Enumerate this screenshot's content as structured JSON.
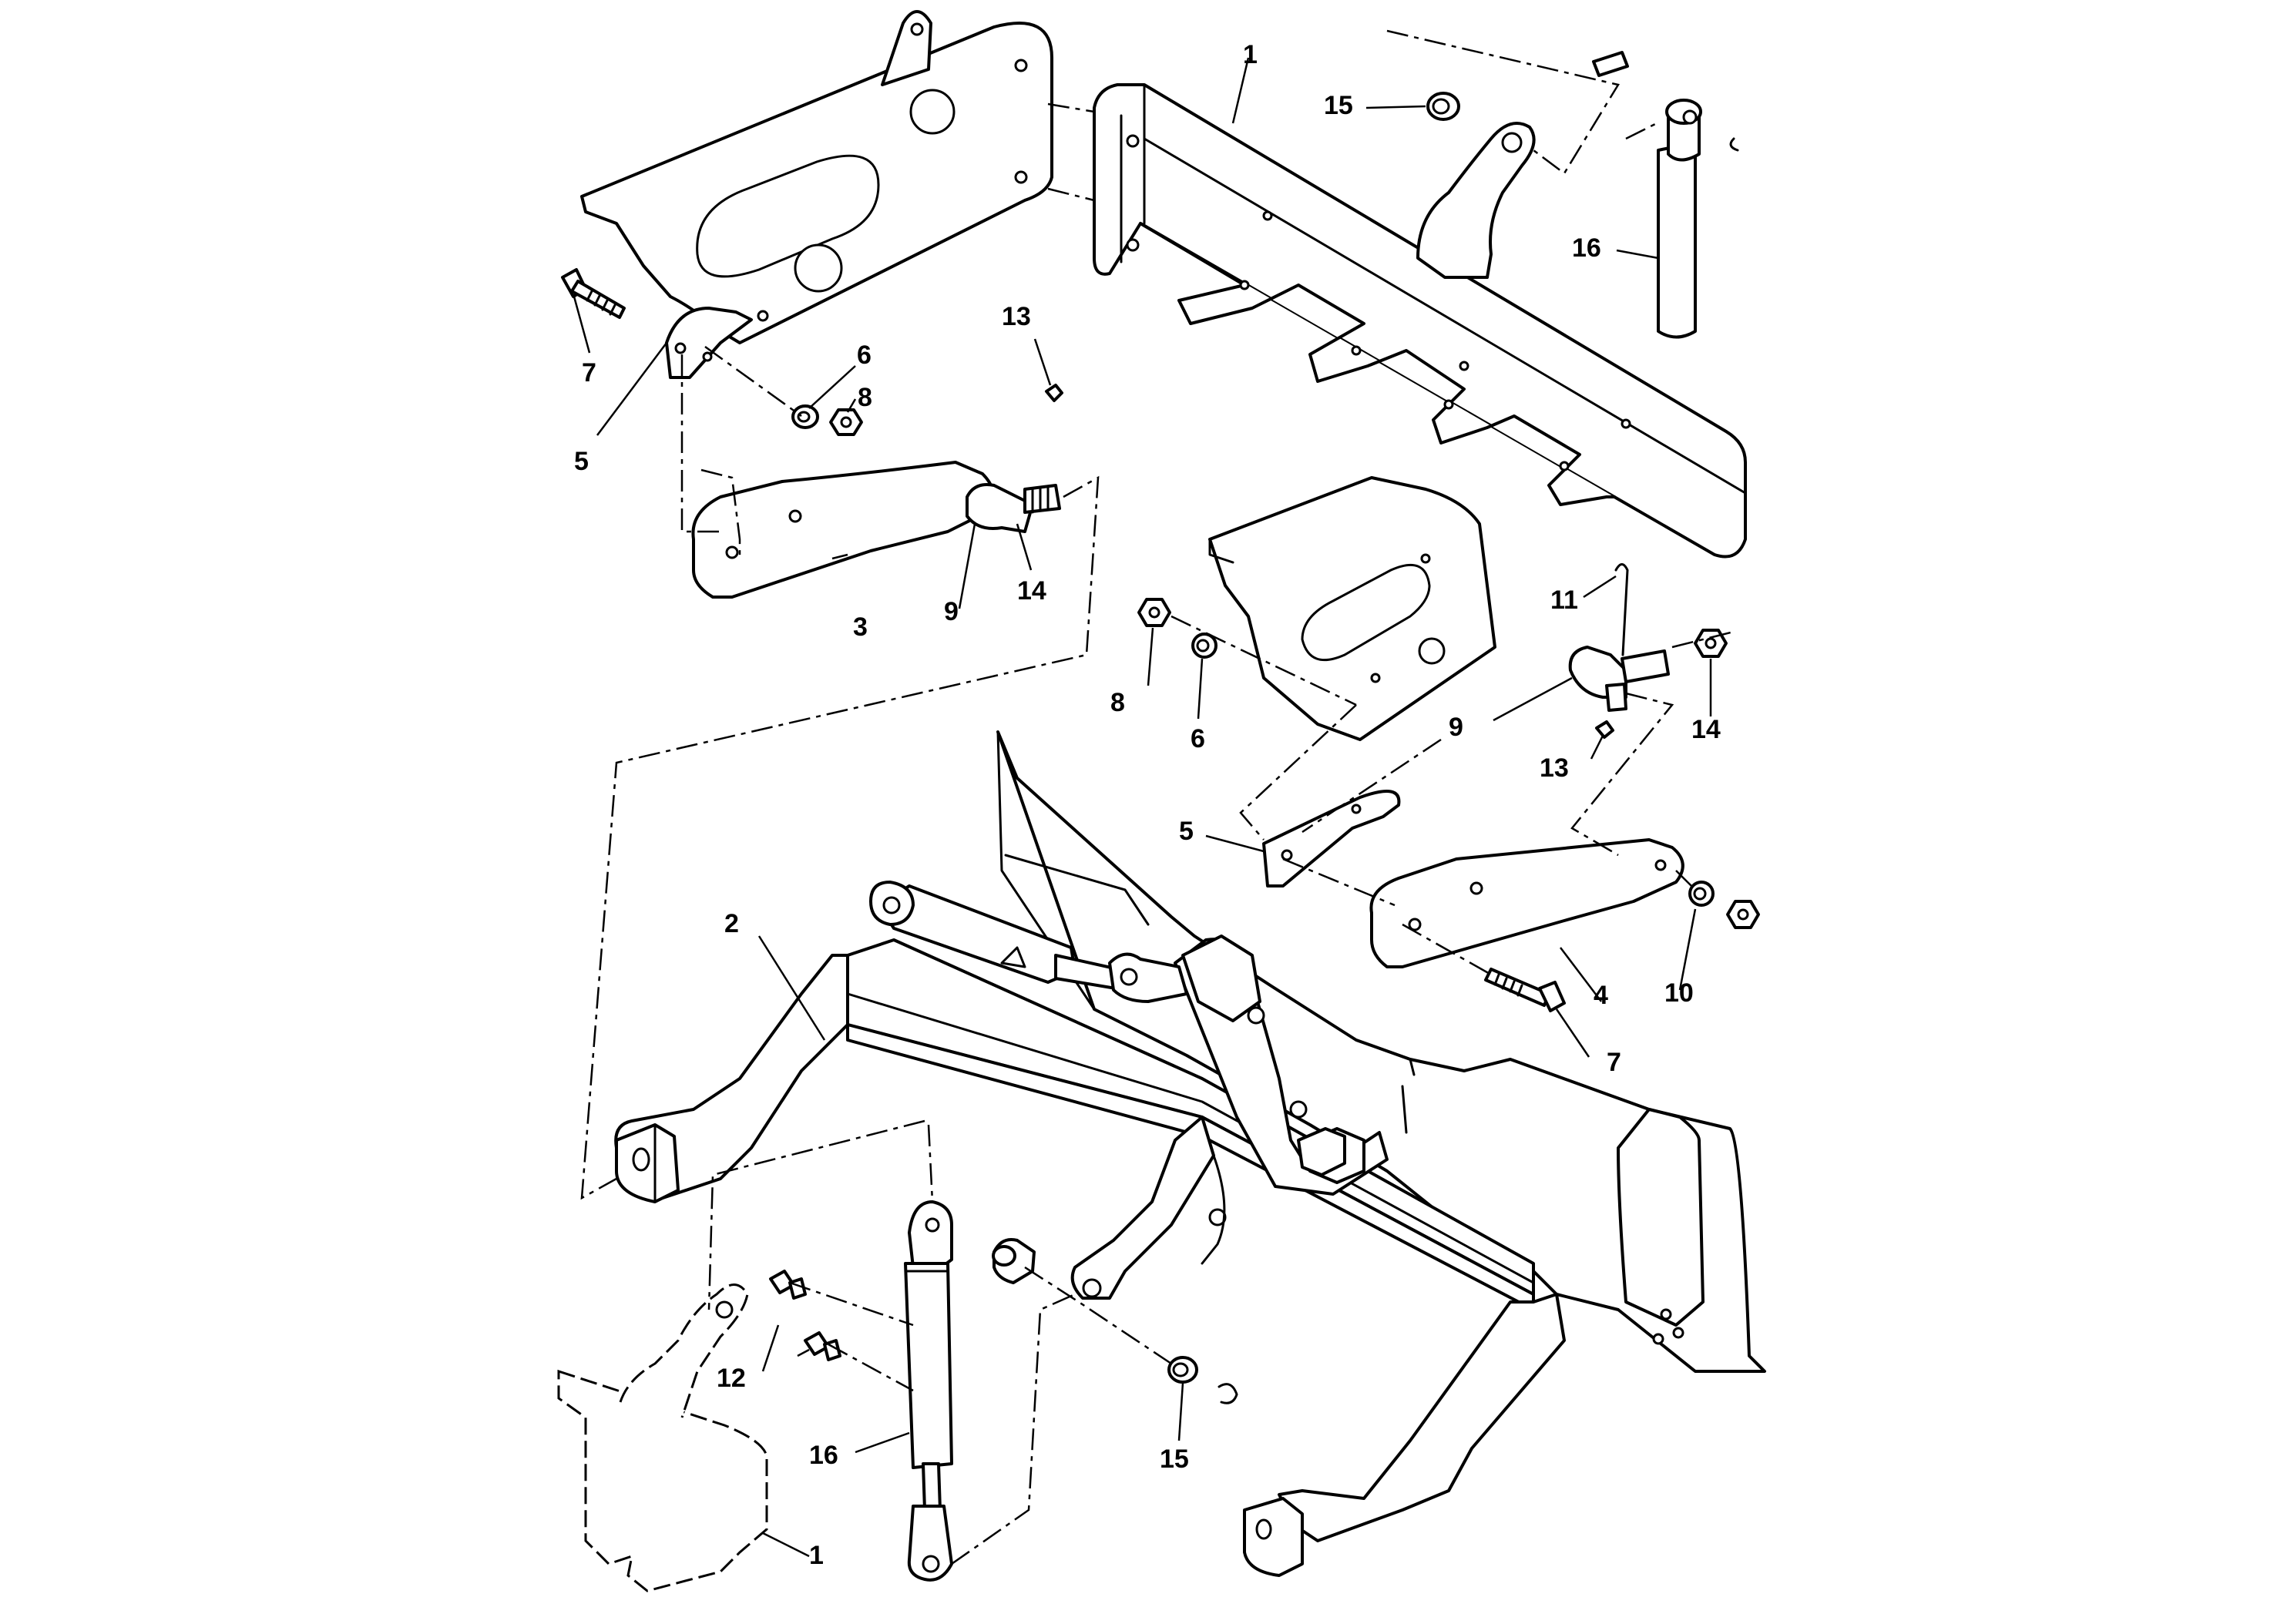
{
  "callouts": [
    {
      "id": "c1a",
      "text": "1"
    },
    {
      "id": "c1b",
      "text": "1"
    },
    {
      "id": "c2",
      "text": "2"
    },
    {
      "id": "c3",
      "text": "3"
    },
    {
      "id": "c4",
      "text": "4"
    },
    {
      "id": "c5a",
      "text": "5"
    },
    {
      "id": "c5b",
      "text": "5"
    },
    {
      "id": "c6a",
      "text": "6"
    },
    {
      "id": "c6b",
      "text": "6"
    },
    {
      "id": "c7a",
      "text": "7"
    },
    {
      "id": "c7b",
      "text": "7"
    },
    {
      "id": "c8a",
      "text": "8"
    },
    {
      "id": "c8b",
      "text": "8"
    },
    {
      "id": "c9a",
      "text": "9"
    },
    {
      "id": "c9b",
      "text": "9"
    },
    {
      "id": "c10",
      "text": "10"
    },
    {
      "id": "c11",
      "text": "11"
    },
    {
      "id": "c12",
      "text": "12"
    },
    {
      "id": "c13a",
      "text": "13"
    },
    {
      "id": "c13b",
      "text": "13"
    },
    {
      "id": "c14a",
      "text": "14"
    },
    {
      "id": "c14b",
      "text": "14"
    },
    {
      "id": "c15a",
      "text": "15"
    },
    {
      "id": "c15b",
      "text": "15"
    },
    {
      "id": "c16a",
      "text": "16"
    },
    {
      "id": "c16b",
      "text": "16"
    }
  ]
}
